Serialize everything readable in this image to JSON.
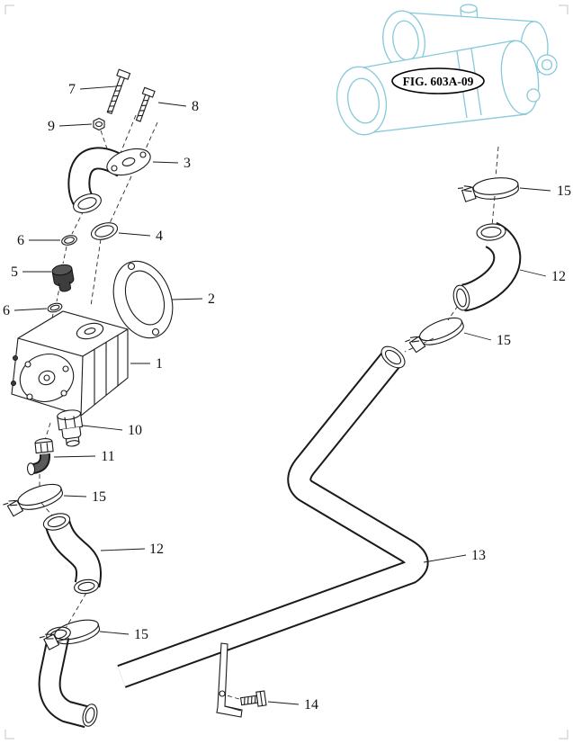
{
  "figure": {
    "label": "FIG. 603A-09"
  },
  "colors": {
    "line": "#1a1a1a",
    "highlight_part": "#86c9da"
  },
  "callouts": [
    {
      "label": "7"
    },
    {
      "label": "8"
    },
    {
      "label": "9"
    },
    {
      "label": "3"
    },
    {
      "label": "6"
    },
    {
      "label": "4"
    },
    {
      "label": "5"
    },
    {
      "label": "6"
    },
    {
      "label": "2"
    },
    {
      "label": "1"
    },
    {
      "label": "10"
    },
    {
      "label": "11"
    },
    {
      "label": "15"
    },
    {
      "label": "12"
    },
    {
      "label": "15"
    },
    {
      "label": "15"
    },
    {
      "label": "12"
    },
    {
      "label": "15"
    },
    {
      "label": "13"
    },
    {
      "label": "14"
    }
  ]
}
